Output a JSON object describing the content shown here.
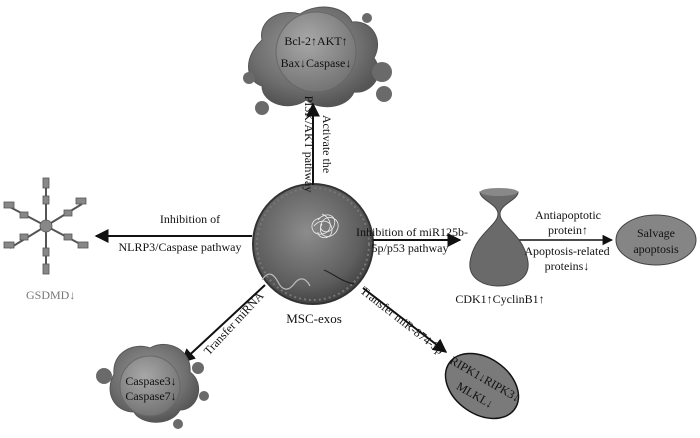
{
  "top_cell": {
    "line1": "Bcl-2↑AKT↑",
    "line2": "Bax↓Caspase↓"
  },
  "top_arrow_label": {
    "line1": "Activate the",
    "line2": "PI3K/AKT pathway"
  },
  "left_arrow_label": {
    "line1": "Inhibition of",
    "line2": "NLRP3/Caspase pathway"
  },
  "left_protein_label": "GSDMD↓",
  "right_arrow_label": {
    "line1": "Inhibition of miR125b-",
    "line2": "5p/p53 pathway"
  },
  "cdk_label": "CDK1↑CyclinB1↑",
  "antiapoptotic": {
    "line1": "Antiapoptotic",
    "line2": "protein↑"
  },
  "apoptosis_related": {
    "line1": "Apoptosis-related",
    "line2": "proteins↓"
  },
  "salvage": {
    "line1": "Salvage",
    "line2": "apoptosis"
  },
  "center_label": "MSC-exos",
  "bottom_left_arrow_label": "Transfer miRNA",
  "bottom_left_cell": {
    "line1": "Caspase3↓",
    "line2": "Caspase7↓"
  },
  "bottom_right_arrow_label": "Transfer miR-874-3p",
  "ripk": {
    "line1": "RIPK1↓RIPK3↓",
    "line2": "MLKL↓"
  }
}
